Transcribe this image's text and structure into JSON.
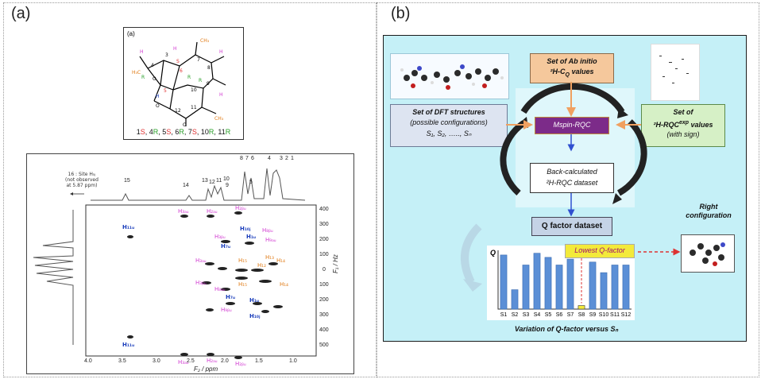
{
  "panel_a": {
    "label": "(a)",
    "molecule": {
      "sublabel": "(a)",
      "configuration": [
        {
          "text": "1",
          "color": "#111"
        },
        {
          "text": "S",
          "color": "#e03030"
        },
        {
          "text": ", 4",
          "color": "#111"
        },
        {
          "text": "R",
          "color": "#2aa02a"
        },
        {
          "text": ", 5",
          "color": "#111"
        },
        {
          "text": "S",
          "color": "#e03030"
        },
        {
          "text": ", 6",
          "color": "#111"
        },
        {
          "text": "R",
          "color": "#2aa02a"
        },
        {
          "text": ", 7",
          "color": "#111"
        },
        {
          "text": "S",
          "color": "#e03030"
        },
        {
          "text": ", 10",
          "color": "#111"
        },
        {
          "text": "R",
          "color": "#2aa02a"
        },
        {
          "text": ", 11",
          "color": "#111"
        },
        {
          "text": "R",
          "color": "#2aa02a"
        }
      ],
      "atoms": [
        "2",
        "3",
        "4",
        "5",
        "6",
        "7",
        "8",
        "9",
        "10",
        "11",
        "12",
        "O",
        "O",
        "O",
        "O",
        "O"
      ],
      "stereo_labels": [
        "R",
        "S",
        "S",
        "R",
        "R",
        "R",
        "S"
      ]
    },
    "nmr": {
      "top_note": "16 : Site H₅ⱼ\n(not observed\nat 5.87 ppm)",
      "peak_labels_top": [
        "8",
        "7",
        "6",
        "4",
        "3",
        "2",
        "1"
      ],
      "peak_labels": [
        "15",
        "14",
        "13",
        "12",
        "11",
        "10",
        "9",
        "5"
      ],
      "x_axis": {
        "title": "F₂ / ppm",
        "ticks": [
          "4.0",
          "3.5",
          "3.0",
          "2.5",
          "2.0",
          "1.5",
          "1.0"
        ]
      },
      "y_axis": {
        "title": "F₁ / Hz",
        "ticks": [
          "400",
          "300",
          "200",
          "100",
          "0",
          "100",
          "200",
          "300",
          "400",
          "500"
        ]
      },
      "cross_labels": [
        {
          "t": "H₃ₐᵤ",
          "c": "pink"
        },
        {
          "t": "H₂ₐᵤ",
          "c": "pink"
        },
        {
          "t": "H₂ᵦᵤ",
          "c": "pink"
        },
        {
          "t": "H₁₁ᵤ",
          "c": "blue"
        },
        {
          "t": "H₁₀ⱼ",
          "c": "blue"
        },
        {
          "t": "H₁ᵤ",
          "c": "blue"
        },
        {
          "t": "H₈ᵦᵤ",
          "c": "pink"
        },
        {
          "t": "H₃ᵦᵤ",
          "c": "pink"
        },
        {
          "t": "H₇ᵤ",
          "c": "blue"
        },
        {
          "t": "H₉ₐᵤ",
          "c": "pink"
        },
        {
          "t": "H₃ₐᵤ",
          "c": "pink"
        },
        {
          "t": "H₁₅",
          "c": "orange"
        },
        {
          "t": "H₁₄",
          "c": "orange"
        },
        {
          "t": "H₁₃",
          "c": "orange"
        },
        {
          "t": "H₁₂",
          "c": "orange"
        },
        {
          "t": "H₁₅",
          "c": "orange"
        },
        {
          "t": "H₁₄",
          "c": "orange"
        },
        {
          "t": "H₃ᵦᵤ",
          "c": "pink"
        },
        {
          "t": "H₈ₐᵤ",
          "c": "pink"
        },
        {
          "t": "H₇ᵤ",
          "c": "blue"
        },
        {
          "t": "H₉ᵦᵤ",
          "c": "pink"
        },
        {
          "t": "H₁ᵤ",
          "c": "blue"
        },
        {
          "t": "H₁₀ⱼ",
          "c": "blue"
        },
        {
          "t": "H₁₁ᵤ",
          "c": "blue"
        },
        {
          "t": "H₃ₐᵤ",
          "c": "pink"
        },
        {
          "t": "H₂ₐᵤ",
          "c": "pink"
        },
        {
          "t": "H₂ᵦᵤ",
          "c": "pink"
        }
      ]
    }
  },
  "panel_b": {
    "label": "(b)",
    "ab_initio": {
      "line1": "Set of Ab initio",
      "line2": "²H-C",
      "sub": "Q",
      "line2b": " values",
      "color": "#f5c89c"
    },
    "dft": {
      "line1": "Set of DFT structures",
      "line2": "(possible configurations)",
      "line3": "S₁, S₂, ….., Sₙ",
      "color": "#dde4f1"
    },
    "rqc_exp": {
      "line1": "Set of",
      "line2": "²H-RQC",
      "sup": "exp",
      "line2b": " values",
      "line3": "(with sign)",
      "color": "#d6f0c6"
    },
    "mspin": {
      "label": "Mspin-RQC",
      "color": "#7c2b89"
    },
    "backcalc": {
      "line1": "Back-calculated",
      "line2": "²H-RQC dataset"
    },
    "qfactor": {
      "label": "Q factor dataset",
      "color": "#c5d3e6"
    },
    "right_config": {
      "line1": "Right",
      "line2": "configuration"
    },
    "bar_chart": {
      "ylabel": "Q",
      "highlight": "Lowest Q-factor",
      "caption": "Variation of Q-factor versus Sₙ"
    }
  },
  "chart_data": {
    "type": "bar",
    "categories": [
      "S1",
      "S2",
      "S3",
      "S4",
      "S5",
      "S6",
      "S7",
      "S8",
      "S9",
      "S10",
      "S11",
      "S12"
    ],
    "values": [
      0.92,
      0.33,
      0.75,
      0.95,
      0.88,
      0.75,
      0.85,
      0.06,
      0.8,
      0.62,
      0.75,
      0.75
    ],
    "ylabel": "Q",
    "title": "",
    "highlight_category": "S8",
    "bar_color": "#5b8fd6",
    "highlight_color": "#f3ea3a"
  }
}
